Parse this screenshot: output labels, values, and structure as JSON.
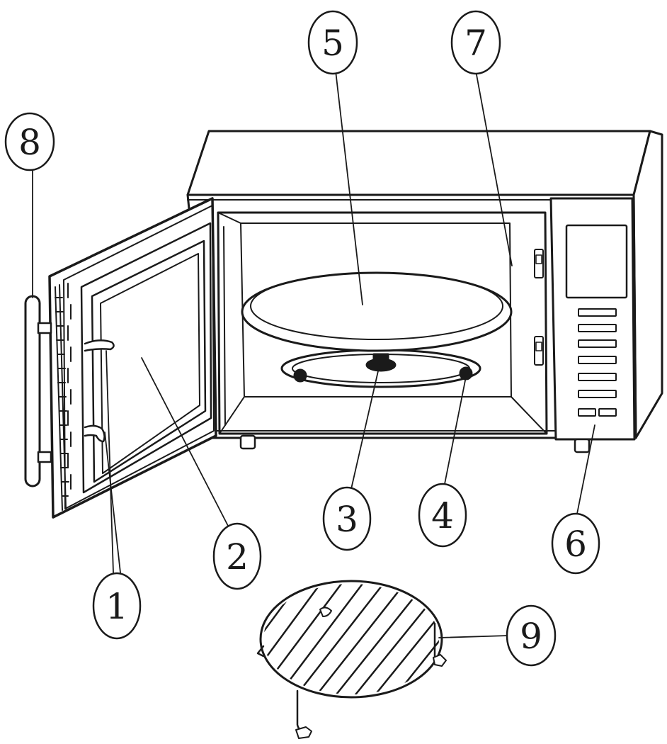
{
  "callouts": [
    {
      "id": "1",
      "label": "1"
    },
    {
      "id": "2",
      "label": "2"
    },
    {
      "id": "3",
      "label": "3"
    },
    {
      "id": "4",
      "label": "4"
    },
    {
      "id": "5",
      "label": "5"
    },
    {
      "id": "6",
      "label": "6"
    },
    {
      "id": "7",
      "label": "7"
    },
    {
      "id": "8",
      "label": "8"
    },
    {
      "id": "9",
      "label": "9"
    }
  ],
  "colors": {
    "ink": "#1a1a1a",
    "background": "#ffffff"
  }
}
